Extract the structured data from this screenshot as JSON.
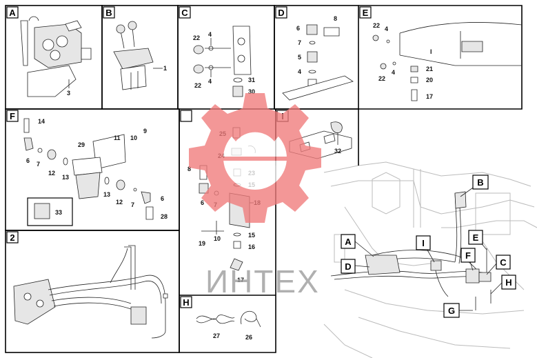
{
  "panels": {
    "A": {
      "letter": "A",
      "parts": [
        "3"
      ]
    },
    "B": {
      "letter": "B",
      "parts": [
        "1"
      ]
    },
    "C": {
      "letter": "C",
      "parts": [
        "4",
        "22",
        "4",
        "22",
        "31",
        "30"
      ]
    },
    "D": {
      "letter": "D",
      "parts": [
        "8",
        "6",
        "7",
        "5",
        "4"
      ]
    },
    "E": {
      "letter": "E",
      "parts": [
        "22",
        "4",
        "22",
        "4",
        "21",
        "20",
        "17"
      ],
      "marker": "I"
    },
    "F": {
      "letter": "F",
      "parts": [
        "14",
        "11",
        "10",
        "9",
        "29",
        "6",
        "7",
        "12",
        "13",
        "13",
        "12",
        "7",
        "6",
        "28",
        "33"
      ]
    },
    "G": {
      "letter": "",
      "parts": [
        "25",
        "24",
        "8",
        "23",
        "15",
        "6",
        "7",
        "18",
        "19",
        "10",
        "15",
        "16",
        "17"
      ]
    },
    "I": {
      "letter": "I",
      "parts": [
        "32"
      ]
    },
    "2": {
      "letter": "2"
    },
    "H": {
      "letter": "H",
      "parts": [
        "27",
        "26"
      ]
    }
  },
  "machine_callouts": [
    "B",
    "A",
    "D",
    "I",
    "E",
    "F",
    "C",
    "H",
    "G"
  ],
  "watermark": "ИНТЕХ",
  "colors": {
    "gear": "#f07b7b",
    "frame": "#000000"
  }
}
